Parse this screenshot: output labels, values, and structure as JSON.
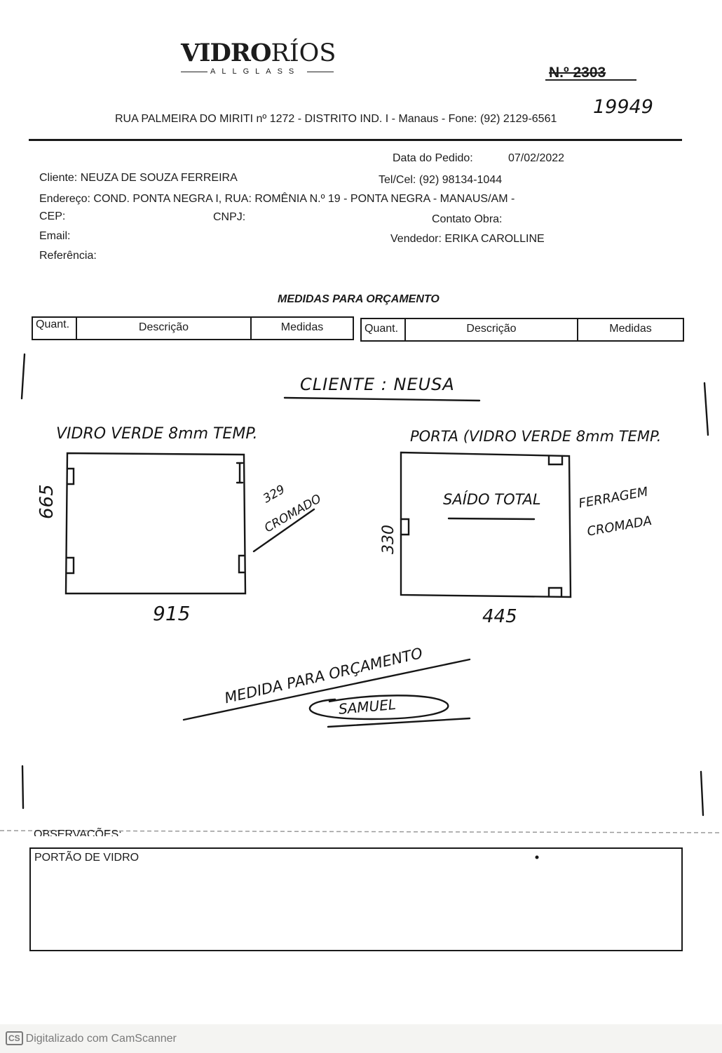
{
  "header": {
    "logo_bold": "VIDRO",
    "logo_light": "RÍOS",
    "logo_sub": "ALLGLASS",
    "form_number_printed": "N.º 2303",
    "form_number_handwritten": "19949",
    "address_line": "RUA PALMEIRA DO MIRITI nº 1272 - DISTRITO IND. I - Manaus - Fone: (92) 2129-6561"
  },
  "order": {
    "date_label": "Data do Pedido:",
    "date_value": "07/02/2022",
    "client_label": "Cliente:",
    "client_value": "NEUZA DE SOUZA FERREIRA",
    "phone_label": "Tel/Cel:",
    "phone_value": "(92) 98134-1044",
    "address_label": "Endereço:",
    "address_value": "COND. PONTA NEGRA I, RUA: ROMÊNIA N.º 19 - PONTA NEGRA - MANAUS/AM -",
    "cep_label": "CEP:",
    "cnpj_label": "CNPJ:",
    "contact_label": "Contato Obra:",
    "email_label": "Email:",
    "seller_label": "Vendedor:",
    "seller_value": "ERIKA CAROLLINE",
    "reference_label": "Referência:"
  },
  "table": {
    "title": "MEDIDAS PARA ORÇAMENTO",
    "columns": [
      "Quant.",
      "Descrição",
      "Medidas"
    ]
  },
  "sketch": {
    "client_note": "CLIENTE : NEUSA",
    "left_spec": "VIDRO VERDE  8mm TEMP.",
    "right_spec": "PORTA (VIDRO VERDE 8mm TEMP.",
    "left_height": "665",
    "left_width": "915",
    "left_note_value": "329",
    "left_note_finish": "CROMADO",
    "right_height": "330",
    "right_width": "445",
    "right_inner_note": "SAÍDO TOTAL",
    "hardware_note": "FERRAGEM",
    "hardware_finish": "CROMADA",
    "budget_note": "MEDIDA PARA ORÇAMENTO",
    "signature": "SAMUEL"
  },
  "observations": {
    "label": "OBSERVAÇÕES:",
    "text": "PORTÃO DE VIDRO"
  },
  "footer": {
    "badge": "CS",
    "text": "Digitalizado com CamScanner"
  }
}
